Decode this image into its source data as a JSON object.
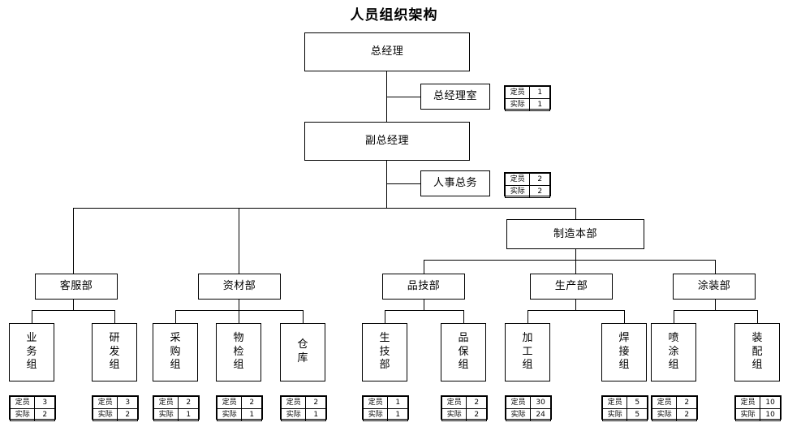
{
  "title": "人员组织架构",
  "labels": {
    "quota": "定员",
    "actual": "实际"
  },
  "nodes": {
    "gm": {
      "label": "总经理"
    },
    "gm_office": {
      "label": "总经理室"
    },
    "deputy_gm": {
      "label": "副总经理"
    },
    "hr_admin": {
      "label": "人事总务"
    },
    "manufacturing_hq": {
      "label": "制造本部"
    },
    "customer_service": {
      "label": "客服部"
    },
    "materials": {
      "label": "资材部"
    },
    "quality_tech": {
      "label": "品技部"
    },
    "production": {
      "label": "生产部"
    },
    "painting": {
      "label": "涂装部"
    },
    "business_group": {
      "label": "业务组"
    },
    "rnd_group": {
      "label": "研发组"
    },
    "purchase_group": {
      "label": "采购组"
    },
    "inspection_group": {
      "label": "物检组"
    },
    "warehouse": {
      "label": "仓库"
    },
    "prod_tech_dept": {
      "label": "生技部"
    },
    "quality_assurance_group": {
      "label": "品保组"
    },
    "machining_group": {
      "label": "加工组"
    },
    "welding_group": {
      "label": "焊接组"
    },
    "spray_group": {
      "label": "喷涂组"
    },
    "assembly_group": {
      "label": "装配组"
    }
  },
  "counts": {
    "gm_office": {
      "quota": "1",
      "actual": "1"
    },
    "hr_admin": {
      "quota": "2",
      "actual": "2"
    },
    "business_group": {
      "quota": "3",
      "actual": "2"
    },
    "rnd_group": {
      "quota": "3",
      "actual": "2"
    },
    "purchase_group": {
      "quota": "2",
      "actual": "1"
    },
    "inspection_group": {
      "quota": "2",
      "actual": "1"
    },
    "warehouse": {
      "quota": "2",
      "actual": "1"
    },
    "prod_tech_dept": {
      "quota": "1",
      "actual": "1"
    },
    "quality_assurance_group": {
      "quota": "2",
      "actual": "2"
    },
    "machining_group": {
      "quota": "30",
      "actual": "24"
    },
    "welding_group": {
      "quota": "5",
      "actual": "5"
    },
    "spray_group": {
      "quota": "2",
      "actual": "2"
    },
    "assembly_group": {
      "quota": "10",
      "actual": "10"
    }
  }
}
